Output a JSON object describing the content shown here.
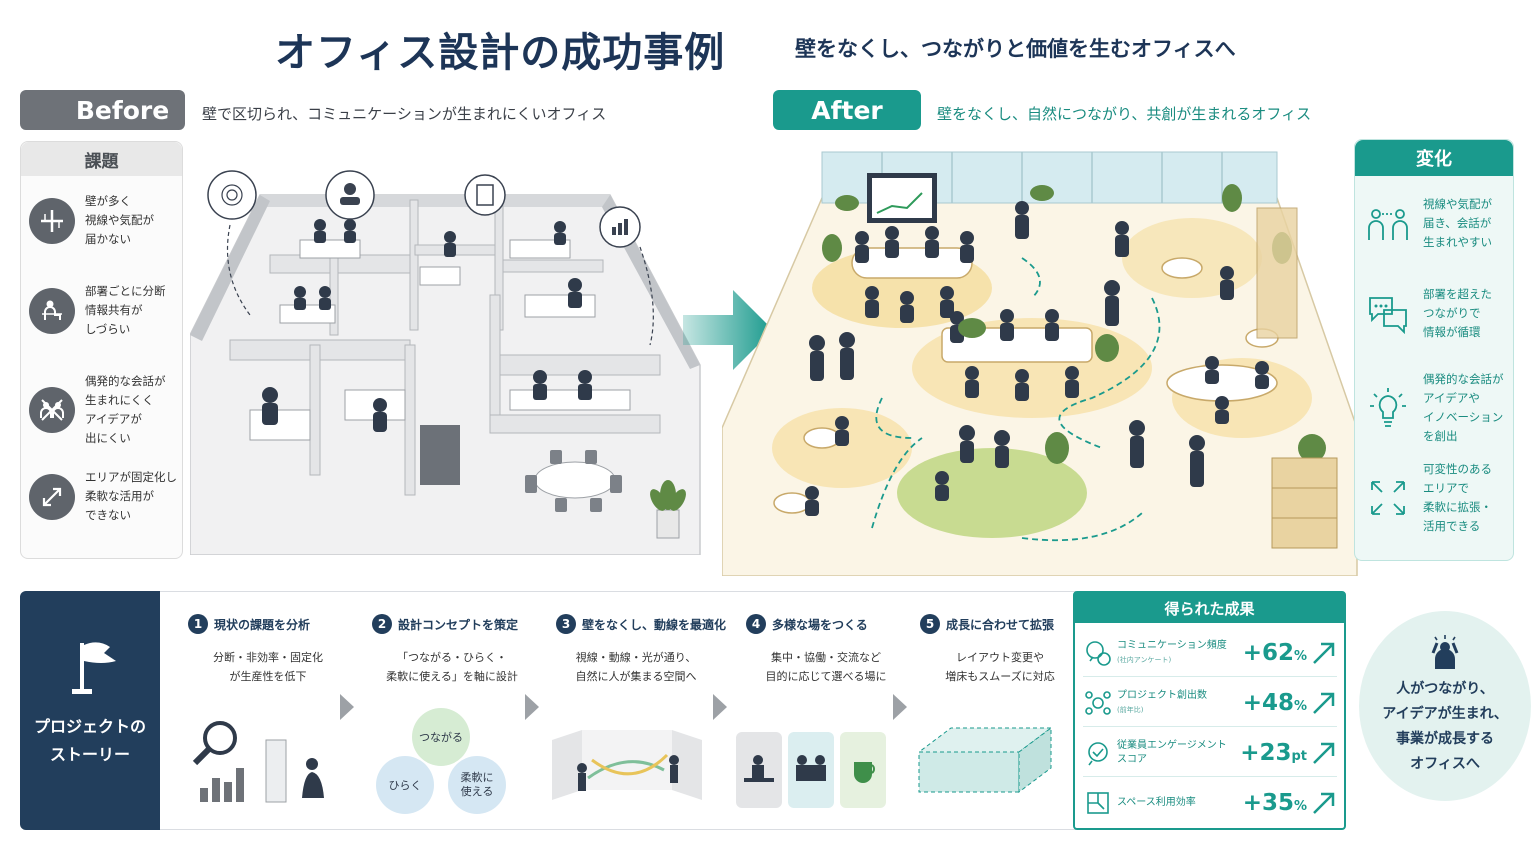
{
  "header": {
    "title": "オフィス設計の成功事例",
    "subtitle": "壁をなくし、つながりと価値を生むオフィスへ"
  },
  "before": {
    "label": "Before",
    "description": "壁で区切られ、コミュニケーションが生まれにくいオフィス"
  },
  "after": {
    "label": "After",
    "description": "壁をなくし、自然につながり、共創が生まれるオフィス"
  },
  "issues": {
    "heading": "課題",
    "items": [
      {
        "icon": "wall-cross-icon",
        "text": "壁が多く\n視線や気配が\n届かない"
      },
      {
        "icon": "person-desk-icon",
        "text": "部署ごとに分断\n情報共有が\nしづらい"
      },
      {
        "icon": "no-conversation-icon",
        "text": "偶発的な会話が\n生まれにくく\nアイデアが\n出にくい"
      },
      {
        "icon": "fixed-area-icon",
        "text": "エリアが固定化し\n柔軟な活用が\nできない"
      }
    ]
  },
  "changes": {
    "heading": "変化",
    "items": [
      {
        "icon": "people-connect-icon",
        "text": "視線や気配が\n届き、会話が\n生まれやすい"
      },
      {
        "icon": "chat-bubbles-icon",
        "text": "部署を超えた\nつながりで\n情報が循環"
      },
      {
        "icon": "lightbulb-icon",
        "text": "偶発的な会話が\nアイデアや\nイノベーション\nを創出"
      },
      {
        "icon": "expand-arrows-icon",
        "text": "可変性のある\nエリアで\n柔軟に拡張・\n活用できる"
      }
    ]
  },
  "story": {
    "label": "プロジェクトの\nストーリー",
    "steps": [
      {
        "num": "1",
        "title": "現状の課題を分析",
        "desc": "分断・非効率・固定化\nが生産性を低下"
      },
      {
        "num": "2",
        "title": "設計コンセプトを策定",
        "desc": "「つながる・ひらく・\n柔軟に使える」を軸に設計"
      },
      {
        "num": "3",
        "title": "壁をなくし、動線を最適化",
        "desc": "視線・動線・光が通り、\n自然に人が集まる空間へ"
      },
      {
        "num": "4",
        "title": "多様な場をつくる",
        "desc": "集中・協働・交流など\n目的に応じて選べる場に"
      },
      {
        "num": "5",
        "title": "成長に合わせて拡張",
        "desc": "レイアウト変更や\n増床もスムーズに対応"
      }
    ],
    "concept": {
      "top": "つながる",
      "left": "ひらく",
      "right": "柔軟に\n使える"
    }
  },
  "results": {
    "heading": "得られた成果",
    "items": [
      {
        "icon": "communication-icon",
        "label": "コミュニケーション頻度",
        "note": "(社内アンケート)",
        "value": "+62",
        "unit": "%"
      },
      {
        "icon": "project-icon",
        "label": "プロジェクト創出数",
        "note": "(前年比)",
        "value": "+48",
        "unit": "%"
      },
      {
        "icon": "engagement-icon",
        "label": "従業員エンゲージメント\nスコア",
        "note": "",
        "value": "+23",
        "unit": "pt"
      },
      {
        "icon": "space-efficiency-icon",
        "label": "スペース利用効率",
        "note": "",
        "value": "+35",
        "unit": "%"
      }
    ]
  },
  "vision": {
    "text": "人がつながり、\nアイデアが生まれ、\n事業が成長する\nオフィスへ"
  },
  "colors": {
    "navy": "#223e5c",
    "teal": "#1a9a8d",
    "gray": "#6e7278"
  }
}
